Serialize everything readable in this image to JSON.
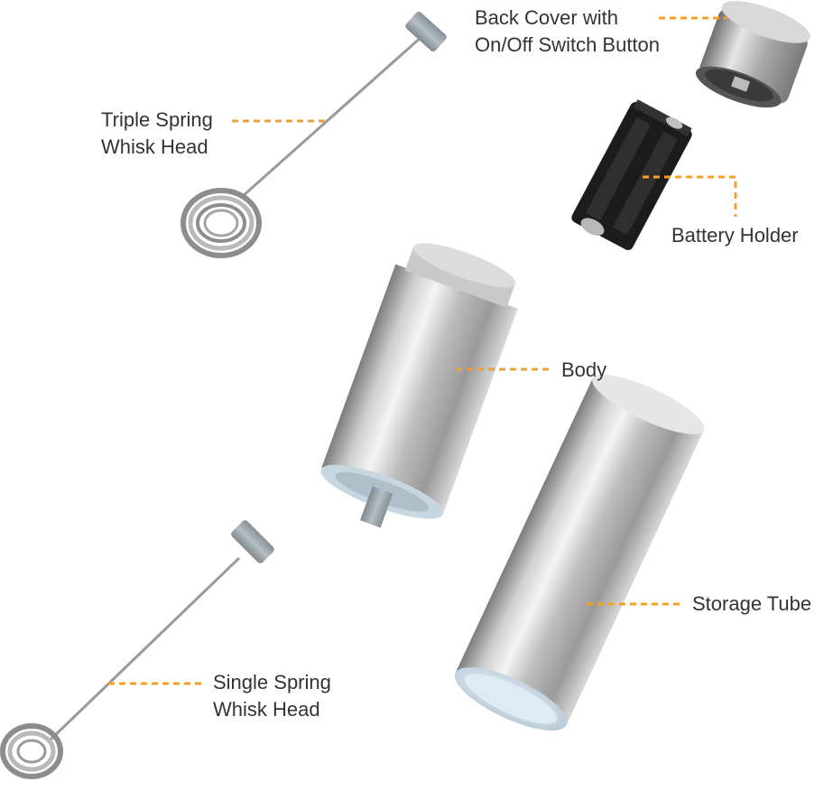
{
  "labels": {
    "back_cover": [
      "Back Cover with",
      "On/Off Switch Button"
    ],
    "triple_spring": [
      "Triple Spring",
      "Whisk Head"
    ],
    "battery_holder": [
      "Battery Holder"
    ],
    "body": [
      "Body"
    ],
    "storage_tube": [
      "Storage Tube"
    ],
    "single_spring": [
      "Single Spring",
      "Whisk Head"
    ]
  },
  "colors": {
    "leader": "#f0a030",
    "text": "#333333",
    "steel_light": "#e8e8e8",
    "steel_dark": "#8a8a8a",
    "cap_blue": "#c9d9e6",
    "plastic_grey": "#9aa4aa",
    "battery_black": "#1c1c1c"
  }
}
